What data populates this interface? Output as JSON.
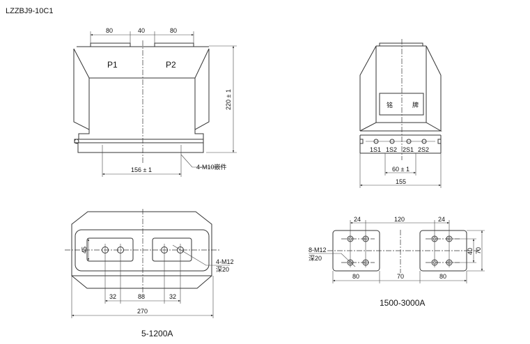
{
  "title": "LZZBJ9-10C1",
  "front_view": {
    "dim_top_left": "80",
    "dim_top_mid": "40",
    "dim_top_right": "80",
    "terminal_p1": "P1",
    "terminal_p2": "P2",
    "dim_height": "220 ± 1",
    "dim_base": "156 ± 1",
    "insert_note": "4-M10嵌件"
  },
  "side_view": {
    "nameplate_left": "铭",
    "nameplate_right": "牌",
    "terminals": [
      "1S1",
      "1S2",
      "2S1",
      "2S2"
    ],
    "dim_terminal_span": "60 ± 1",
    "dim_width": "155"
  },
  "plan_5_1200": {
    "dim_pad": "45",
    "dim_left": "32",
    "dim_mid": "88",
    "dim_right": "32",
    "dim_total": "270",
    "hole_note_1": "4-M12",
    "hole_note_2": "深20",
    "caption": "5-1200A"
  },
  "plan_1500_3000": {
    "dim_left_holes": "24",
    "dim_between": "120",
    "dim_right_holes": "24",
    "dim_block_left": "80",
    "dim_gap": "70",
    "dim_block_right": "80",
    "dim_hole_vert": "40",
    "dim_block_height": "70",
    "hole_note_1": "8-M12",
    "hole_note_2": "深20",
    "caption": "1500-3000A"
  }
}
